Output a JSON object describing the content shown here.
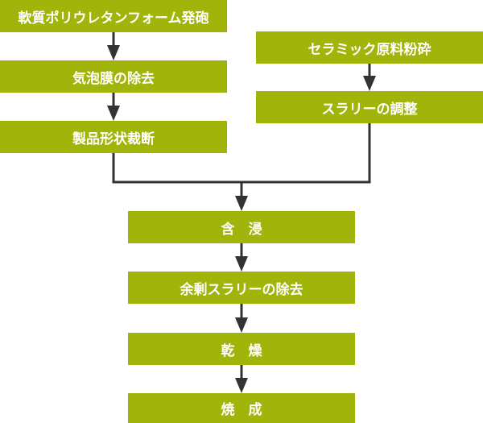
{
  "flowchart": {
    "steps": {
      "foam_molding": "軟質ポリウレタンフォーム発砲",
      "film_removal": "気泡膜の除去",
      "shape_cutting": "製品形状裁断",
      "ceramic_crushing": "セラミック原料粉砕",
      "slurry_adjustment": "スラリーの調整",
      "impregnation": "含　浸",
      "excess_slurry_removal": "余剰スラリーの除去",
      "drying": "乾　燥",
      "firing": "焼　成"
    }
  },
  "colors": {
    "box_fill": "#a0b40a",
    "box_text": "#ffffff",
    "connector": "#333333"
  }
}
